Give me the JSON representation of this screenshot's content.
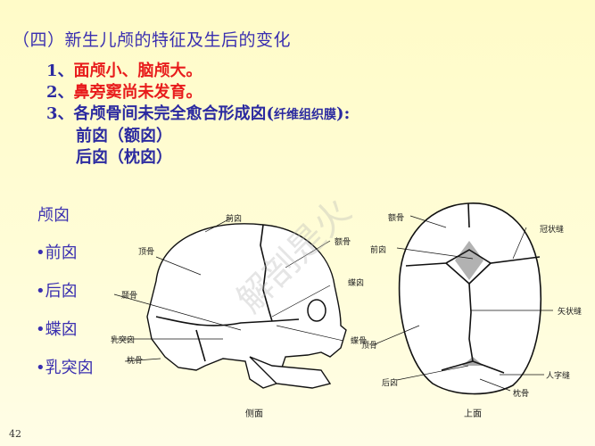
{
  "slide": {
    "title": "（四）新生儿颅的特征及生后的变化",
    "points": [
      {
        "num": "1、",
        "text": "面颅小、脑颅大。",
        "color": "#e81c1c"
      },
      {
        "num": "2、",
        "text": "鼻旁窦尚未发育。",
        "color": "#e81c1c"
      },
      {
        "num": "3、",
        "text": "各颅骨间未完全愈合形成囟(",
        "small": "纤维组织膜",
        "tail": "):"
      }
    ],
    "sub_points": [
      "前囟（额囟）",
      "后囟（枕囟）"
    ],
    "fontanelles": {
      "heading": "颅囟",
      "items": [
        "•前囟",
        "•后囟",
        "•蝶囟",
        "•乳突囟"
      ]
    },
    "lateral_view": {
      "caption": "侧面",
      "labels": {
        "anterior_fontanelle": "前囟",
        "parietal": "顶骨",
        "frontal": "额骨",
        "sphenoid_fontanelle": "蝶囟",
        "temporal": "颞骨",
        "mastoid_fontanelle": "乳突囟",
        "sphenoid": "蝶骨",
        "occipital": "枕骨"
      }
    },
    "superior_view": {
      "caption": "上面",
      "labels": {
        "frontal": "额骨",
        "coronal_suture": "冠状缝",
        "anterior_fontanelle": "前囟",
        "sagittal_suture": "矢状缝",
        "parietal": "顶骨",
        "lambdoid_suture": "人字缝",
        "posterior_fontanelle": "后囟",
        "occipital": "枕骨"
      }
    },
    "watermark": "解剖是火",
    "page_number": "42",
    "colors": {
      "background": "#fffcd2",
      "title": "#3a2fb0",
      "accent_red": "#e81c1c",
      "body_blue": "#2b2aa0"
    }
  }
}
